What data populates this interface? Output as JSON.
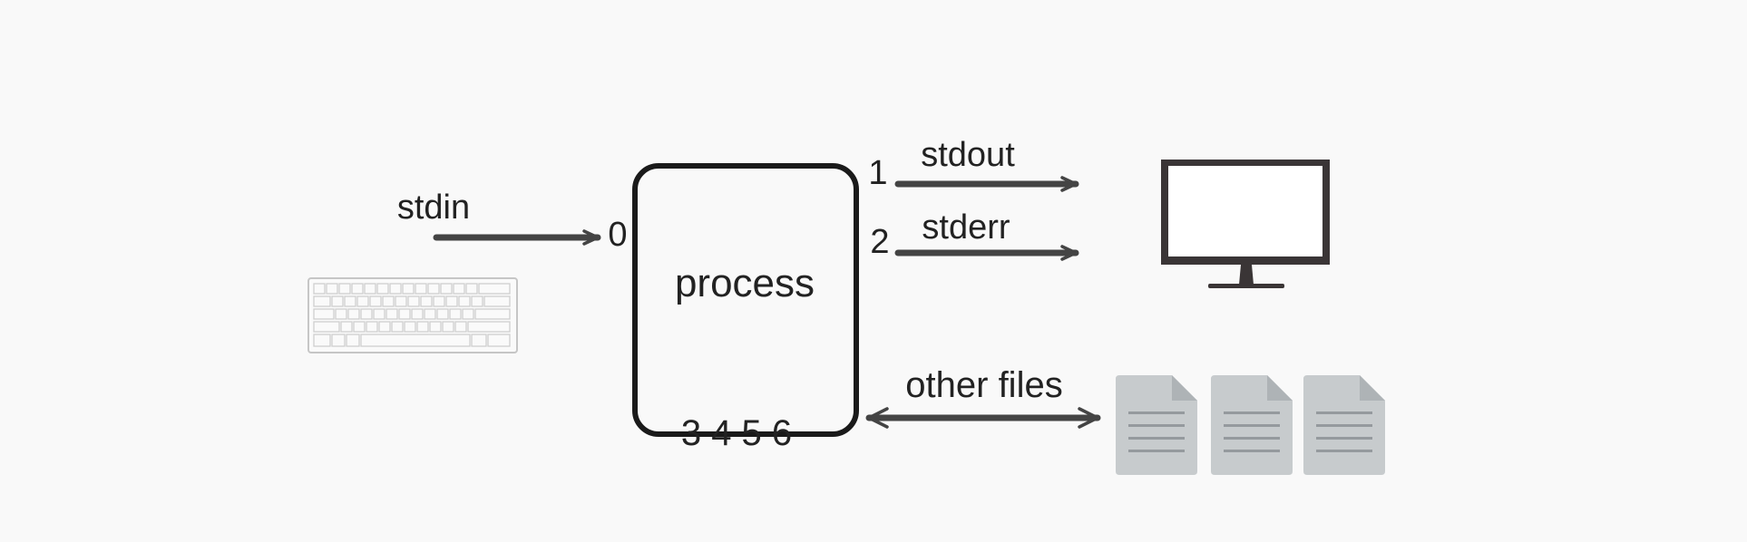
{
  "diagram": {
    "process_label": "process",
    "fd_labels": {
      "stdin_fd": "0",
      "stdout_fd": "1",
      "stderr_fd": "2",
      "other_fds": "3 4 5 6"
    },
    "stream_labels": {
      "stdin": "stdin",
      "stdout": "stdout",
      "stderr": "stderr",
      "other_files": "other files"
    },
    "icons": [
      "keyboard-icon",
      "monitor-icon",
      "document-icon",
      "document-icon",
      "document-icon"
    ],
    "colors": {
      "background": "#f9f9f9",
      "stroke": "#444444",
      "text": "#222222",
      "document": "#c7cbcd",
      "document_fold": "#aeb3b6",
      "document_lines": "#959a9e"
    }
  }
}
